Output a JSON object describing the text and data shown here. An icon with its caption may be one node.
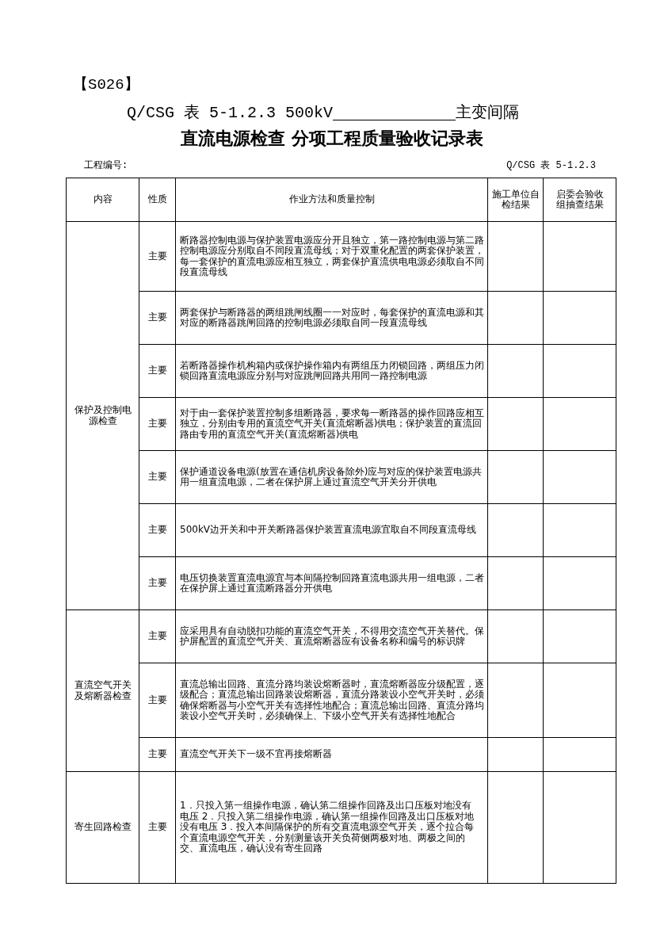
{
  "diagram": {
    "title": "直流电源检查 分项工程质量验收记录表",
    "labels": [
      "【S026】",
      "Q/CSG 表 5-1.2.3 500kV",
      "主变间隔",
      "工程编号:",
      "Q/CSG 表 5-1.2.3",
      "内容",
      "性质",
      "作业方法和质量控制",
      "施工单位自检结果",
      "启委会验收组抽查结果",
      "保护及控制电源检查",
      "主要",
      "断路器控制电源与保护装置电源应分开且独立，第一路控制电源与第二路控制电源应分别取自不同段直流母线；对于双重化配置的两套保护装置，每一套保护的直流电源应相互独立，两套保护直流供电电源必须取自不同段直流母线",
      "主要",
      "两套保护与断路器的两组跳闸线圈一一对应时，每套保护的直流电源和其对应的断路器跳闸回路的控制电源必须取自同一段直流母线",
      "主要",
      "若断路器操作机构箱内或保护操作箱内有两组压力闭锁回路，两组压力闭锁回路直流电源应分别与对应跳闸回路共用同一路控制电源",
      "主要",
      "对于由一套保护装置控制多组断路器，要求每一断路器的操作回路应相互独立，分别由专用的直流空气开关(直流熔断器)供电；保护装置的直流回路由专用的直流空气开关(直流熔断器)供电",
      "主要",
      "保护通道设备电源(放置在通信机房设备除外)应与对应的保护装置电源共用一组直流电源，二者在保护屏上通过直流空气开关分开供电",
      "主要",
      "500kV边开关和中开关断路器保护装置直流电源宜取自不同段直流母线",
      "主要",
      "电压切换装置直流电源宜与本间隔控制回路直流电源共用一组电源，二者在保护屏上通过直流断路器分开供电",
      "直流空气开关及熔断器检查",
      "主要",
      "应采用具有自动脱扣功能的直流空气开关，不得用交流空气开关替代。保护屏配置的直流空气开关、直流熔断器应有设备名称和编号的标识牌",
      "主要",
      "直流总输出回路、直流分路均装设熔断器时，直流熔断器应分级配置，逐级配合；直流总输出回路装设熔断器，直流分路装设小空气开关时，必须确保熔断器与小空气开关有选择性地配合；直流总输出回路、直流分路均装设小空气开关时，必须确保上、下级小空气开关有选择性地配合",
      "主要",
      "直流空气开关下一级不宜再接熔断器",
      "寄生回路检查",
      "主要",
      "1．只投入第一组操作电源，确认第二组操作回路及出口压板对地没有电压 2．只投入第二组操作电源，确认第一组操作回路及出口压板对地没有电压 3．投入本间隔保护的所有交直流电源空气开关，逐个拉合每个直流电源空气开关，分别测量该开关负荷侧两极对地、两极之间的交、直流电压，确认没有寄生回路"
    ]
  }
}
